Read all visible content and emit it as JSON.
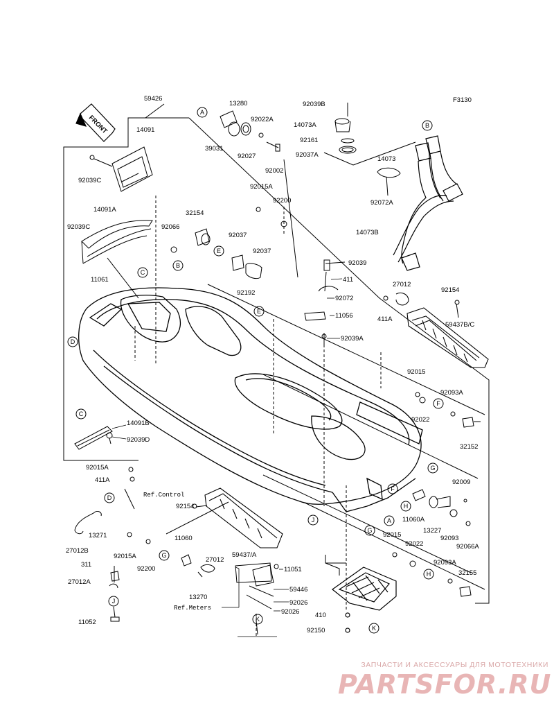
{
  "figure_code": "F3130",
  "front_arrow": "FRONT",
  "parts": {
    "p59426": "59426",
    "p14091": "14091",
    "p92039C_1": "92039C",
    "p13280": "13280",
    "p92022A": "92022A",
    "p39031": "39031",
    "p92027": "92027",
    "p92002": "92002",
    "p92039B": "92039B",
    "p14073A": "14073A",
    "p92161": "92161",
    "p92037A": "92037A",
    "p14073": "14073",
    "p92072A": "92072A",
    "p14073B": "14073B",
    "p92015A_1": "92015A",
    "p92200_1": "92200",
    "p14091A": "14091A",
    "p92039C_2": "92039C",
    "p92066": "92066",
    "p32154": "32154",
    "p92037_1": "92037",
    "p92037_2": "92037",
    "p92192": "92192",
    "p11061": "11061",
    "p92039": "92039",
    "p411_1": "411",
    "p92072": "92072",
    "p11056": "11056",
    "p92039A": "92039A",
    "p27012_1": "27012",
    "p411A_1": "411A",
    "p92154_1": "92154",
    "p59437BC": "59437B/C",
    "p92015_1": "92015",
    "p92093A_1": "92093A",
    "p92022_1": "92022",
    "p32152": "32152",
    "p14091B": "14091B",
    "p92039D": "92039D",
    "p92015A_2": "92015A",
    "p411A_2": "411A",
    "pRefControl": "Ref.Control",
    "p13271": "13271",
    "p27012B": "27012B",
    "p92154_2": "92154",
    "p11060": "11060",
    "p59437A": "59437/A",
    "p92015A_3": "92015A",
    "p92200_2": "92200",
    "p311": "311",
    "p27012A": "27012A",
    "p27012_2": "27012",
    "p13270": "13270",
    "pRefMeters": "Ref.Meters",
    "p11052": "11052",
    "p11051": "11051",
    "p92026_1": "92026",
    "p92026_2": "92026",
    "p59446": "59446",
    "p410": "410",
    "p92150": "92150",
    "p92009": "92009",
    "p11060A": "11060A",
    "p13227": "13227",
    "p92093": "92093",
    "p92066A": "92066A",
    "p92015_2": "92015",
    "p92022_2": "92022",
    "p92093A_2": "92093A",
    "p32155": "32155"
  },
  "callouts": {
    "A": "A",
    "B": "B",
    "C": "C",
    "D": "D",
    "E": "E",
    "F": "F",
    "G": "G",
    "H": "H",
    "J": "J",
    "K": "K"
  },
  "watermark": {
    "tagline": "ЗАПЧАСТИ И АКСЕССУАРЫ ДЛЯ МОТОТЕХНИКИ",
    "logo": "PARTSFOR.RU"
  },
  "colors": {
    "ink": "#000000",
    "watermark": "#e8b5b5"
  }
}
